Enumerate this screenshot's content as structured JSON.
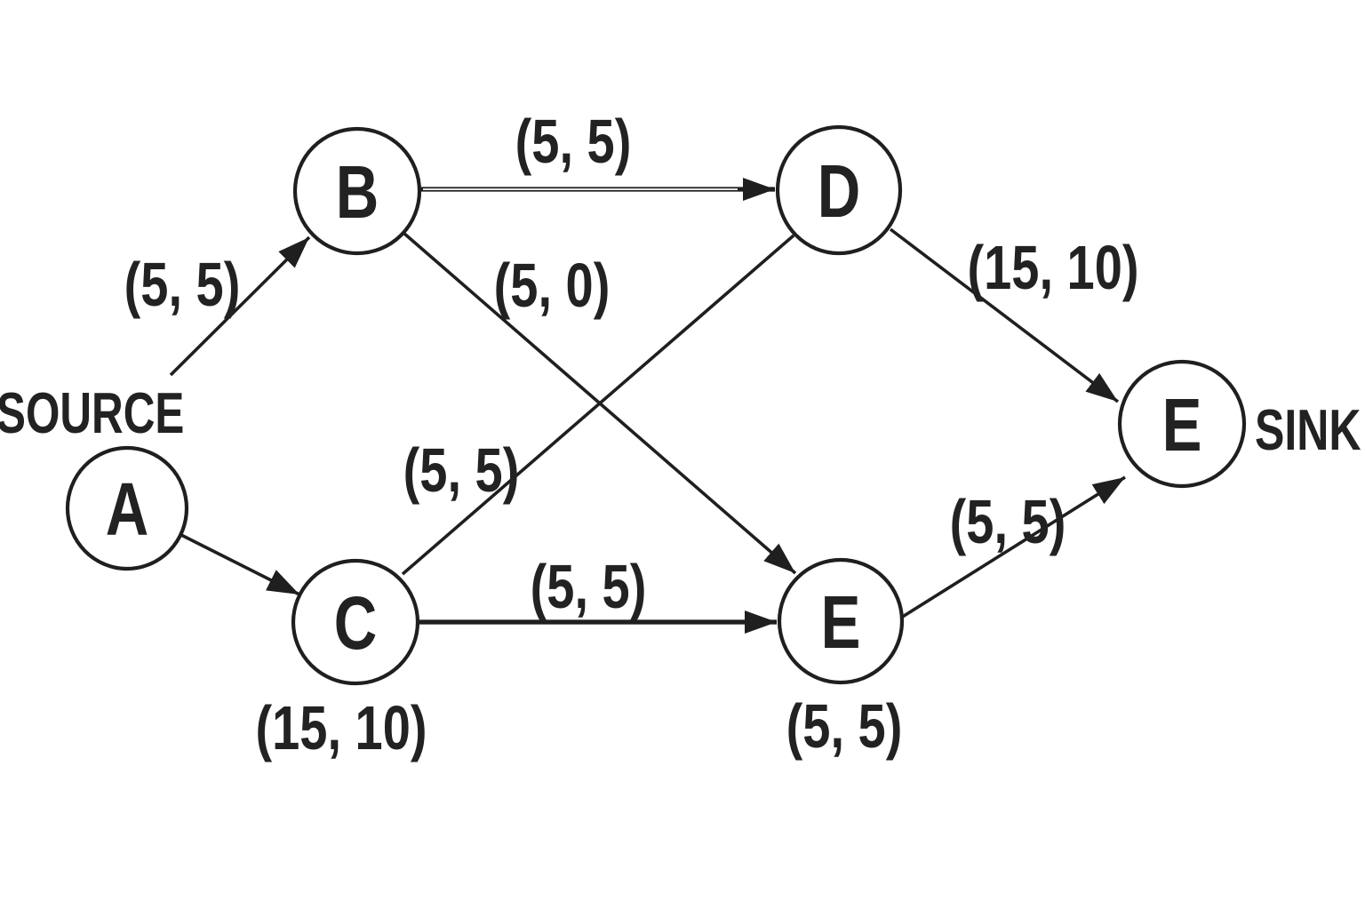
{
  "diagram": {
    "type": "flow-network",
    "background": "#ffffff",
    "ink": "#1f1f1f",
    "source_tag": "SOURCE",
    "sink_tag": "SINK",
    "nodes": [
      {
        "id": "A",
        "label": "A",
        "role": "source"
      },
      {
        "id": "B",
        "label": "B",
        "role": "internal"
      },
      {
        "id": "C",
        "label": "C",
        "role": "internal"
      },
      {
        "id": "D",
        "label": "D",
        "role": "internal"
      },
      {
        "id": "E-mid",
        "label": "E",
        "role": "internal"
      },
      {
        "id": "E-sink",
        "label": "E",
        "role": "sink"
      }
    ],
    "edges": [
      {
        "from": "A",
        "to": "B",
        "label": "(5, 5)"
      },
      {
        "from": "A",
        "to": "C",
        "label": "(15, 10)"
      },
      {
        "from": "B",
        "to": "D",
        "label": "(5, 5)"
      },
      {
        "from": "B",
        "to": "E-mid",
        "label": "(5, 0)"
      },
      {
        "from": "C",
        "to": "D",
        "label": "(5, 5)"
      },
      {
        "from": "C",
        "to": "E-mid",
        "label": "(5, 5)"
      },
      {
        "from": "D",
        "to": "E-sink",
        "label": "(15, 10)"
      },
      {
        "from": "E-mid",
        "to": "E-sink",
        "label": "(5, 5)"
      }
    ],
    "label_below_e": "(5, 5)"
  }
}
